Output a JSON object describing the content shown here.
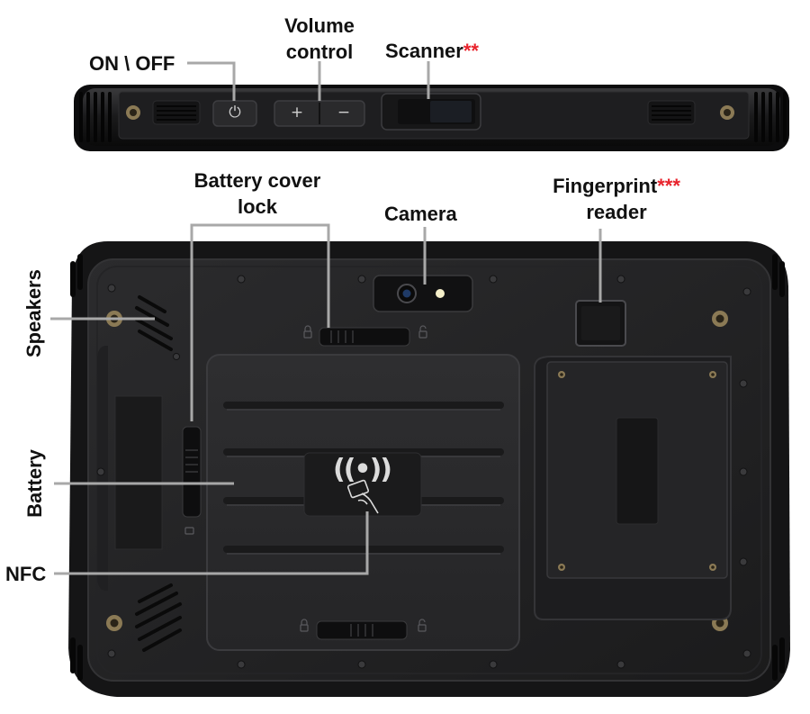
{
  "labels": {
    "on_off": "ON \\ OFF",
    "volume_line1": "Volume",
    "volume_line2": "control",
    "scanner": "Scanner",
    "scanner_mark": "**",
    "battery_cover_line1": "Battery cover",
    "battery_cover_line2": "lock",
    "camera": "Camera",
    "fingerprint_line1": "Fingerprint",
    "fingerprint_mark": "***",
    "fingerprint_line2": "reader",
    "speakers": "Speakers",
    "battery": "Battery",
    "nfc": "NFC"
  },
  "buttons": {
    "power_symbol": "⏻",
    "volume_up": "+",
    "volume_down": "−"
  },
  "icons": {
    "nfc": "nfc-contactless-icon",
    "lock_closed": "lock-closed-icon",
    "lock_open": "lock-open-icon"
  },
  "colors": {
    "device_body": "#1c1c1e",
    "device_bezel": "#0e0e0f",
    "panel": "#2a2a2c",
    "callout_line": "#a8a8a8",
    "mark_red": "#e8232c"
  }
}
